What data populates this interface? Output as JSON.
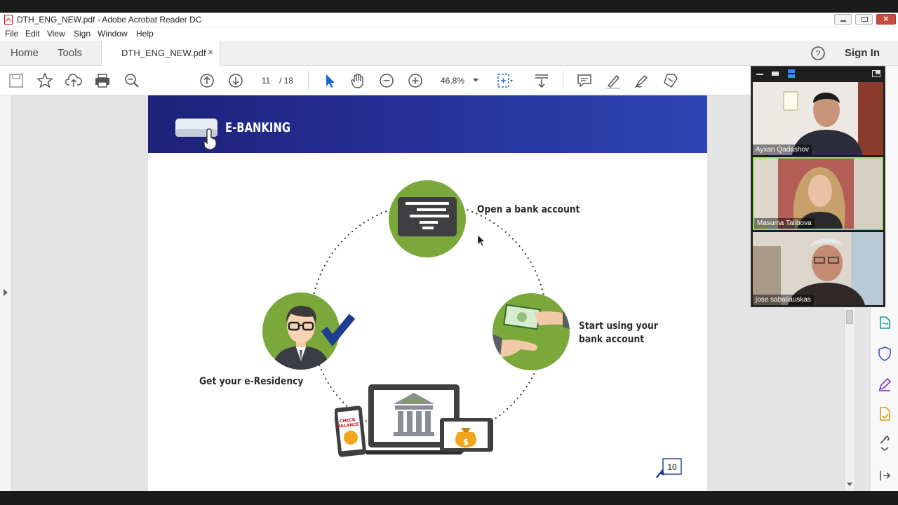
{
  "window": {
    "title": "DTH_ENG_NEW.pdf - Adobe Acrobat Reader DC"
  },
  "menu": [
    "File",
    "Edit",
    "View",
    "Sign",
    "Window",
    "Help"
  ],
  "tabs": {
    "home": "Home",
    "tools": "Tools",
    "document": "DTH_ENG_NEW.pdf",
    "close_glyph": "×",
    "sign_in": "Sign In"
  },
  "toolbar": {
    "current_page": "11",
    "total_pages": "/ 18",
    "zoom": "46,8%"
  },
  "pdf": {
    "banner_title": "E-BANKING",
    "steps": {
      "open": "Open a bank account",
      "start_line1": "Start using your",
      "start_line2": "bank account",
      "residency": "Get your e-Residency"
    },
    "illustration": {
      "bank_sign": "BANK",
      "phone_line1": "CHECK",
      "phone_line2": "BALANCE",
      "dollar": "$"
    },
    "page_number": "10"
  },
  "video_call": {
    "participants": [
      "Ayxan Qadashov",
      "Masuma Talibova",
      "jose sabaliauskas"
    ]
  },
  "colors": {
    "accent_green": "#7aa83a",
    "banner_blue": "#27349c",
    "check_blue": "#1e3d8f"
  }
}
